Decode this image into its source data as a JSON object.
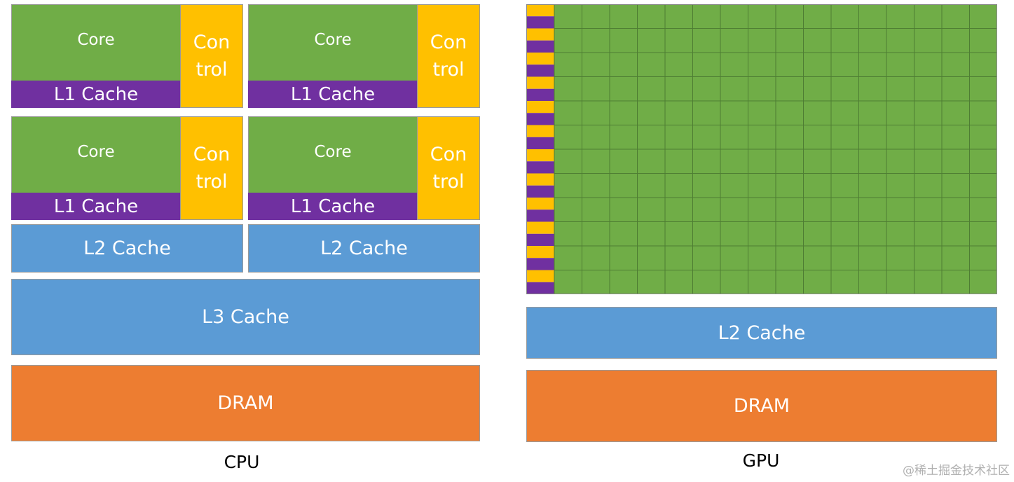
{
  "cpu": {
    "cores": [
      {
        "core": "Core",
        "l1": "L1 Cache",
        "control_line1": "Con",
        "control_line2": "trol"
      },
      {
        "core": "Core",
        "l1": "L1 Cache",
        "control_line1": "Con",
        "control_line2": "trol"
      },
      {
        "core": "Core",
        "l1": "L1 Cache",
        "control_line1": "Con",
        "control_line2": "trol"
      },
      {
        "core": "Core",
        "l1": "L1 Cache",
        "control_line1": "Con",
        "control_line2": "trol"
      }
    ],
    "l2_left": "L2 Cache",
    "l2_right": "L2 Cache",
    "l3": "L3 Cache",
    "dram": "DRAM",
    "caption": "CPU"
  },
  "gpu": {
    "l2": "L2 Cache",
    "dram": "DRAM",
    "caption": "GPU",
    "grid_rows": 12,
    "grid_cols": 16
  },
  "colors": {
    "core_green": "#70ad47",
    "l1_purple": "#7030a0",
    "control_yellow": "#ffc000",
    "cache_blue": "#5b9bd5",
    "dram_orange": "#ed7d31"
  },
  "watermark": "@稀土掘金技术社区"
}
